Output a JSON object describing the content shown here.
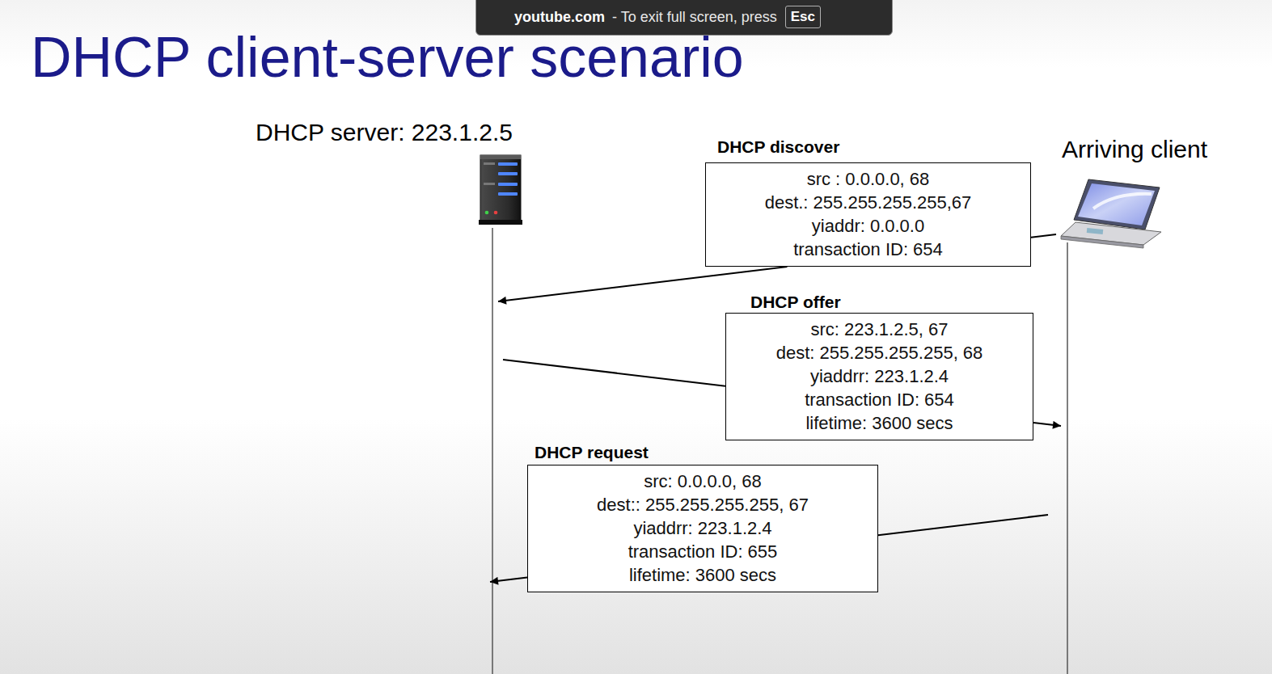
{
  "diagram": {
    "title": "DHCP client-server scenario",
    "nodes": [
      {
        "text": [
          "DHCP server: 223.1.2.5"
        ]
      },
      {
        "text": [
          "Arriving client"
        ]
      },
      {
        "text": [
          "DHCP discover",
          "src : 0.0.0.0, 68",
          "dest.: 255.255.255.255,67",
          "yiaddr: 0.0.0.0",
          "transaction ID: 654"
        ]
      },
      {
        "text": [
          "DHCP offer",
          "src: 223.1.2.5, 67",
          "dest: 255.255.255.255, 68",
          "yiaddrr: 223.1.2.4",
          "transaction ID: 654",
          "lifetime: 3600 secs"
        ]
      },
      {
        "text": [
          "DHCP request",
          "src: 0.0.0.0, 68",
          "dest:: 255.255.255.255, 67",
          "yiaddrr: 223.1.2.4",
          "transaction ID: 655",
          "lifetime: 3600 secs"
        ]
      }
    ],
    "edges": [
      {
        "from": 1,
        "to": 2,
        "arrow": "none"
      },
      {
        "from": 2,
        "to": 0,
        "arrow": "to"
      },
      {
        "from": 0,
        "to": 3,
        "arrow": "none"
      },
      {
        "from": 3,
        "to": 1,
        "arrow": "to"
      },
      {
        "from": 1,
        "to": 4,
        "arrow": "none"
      },
      {
        "from": 4,
        "to": 0,
        "arrow": "to"
      }
    ],
    "labels": [
      "youtube.com",
      "- To exit full screen, press",
      "Esc"
    ]
  }
}
